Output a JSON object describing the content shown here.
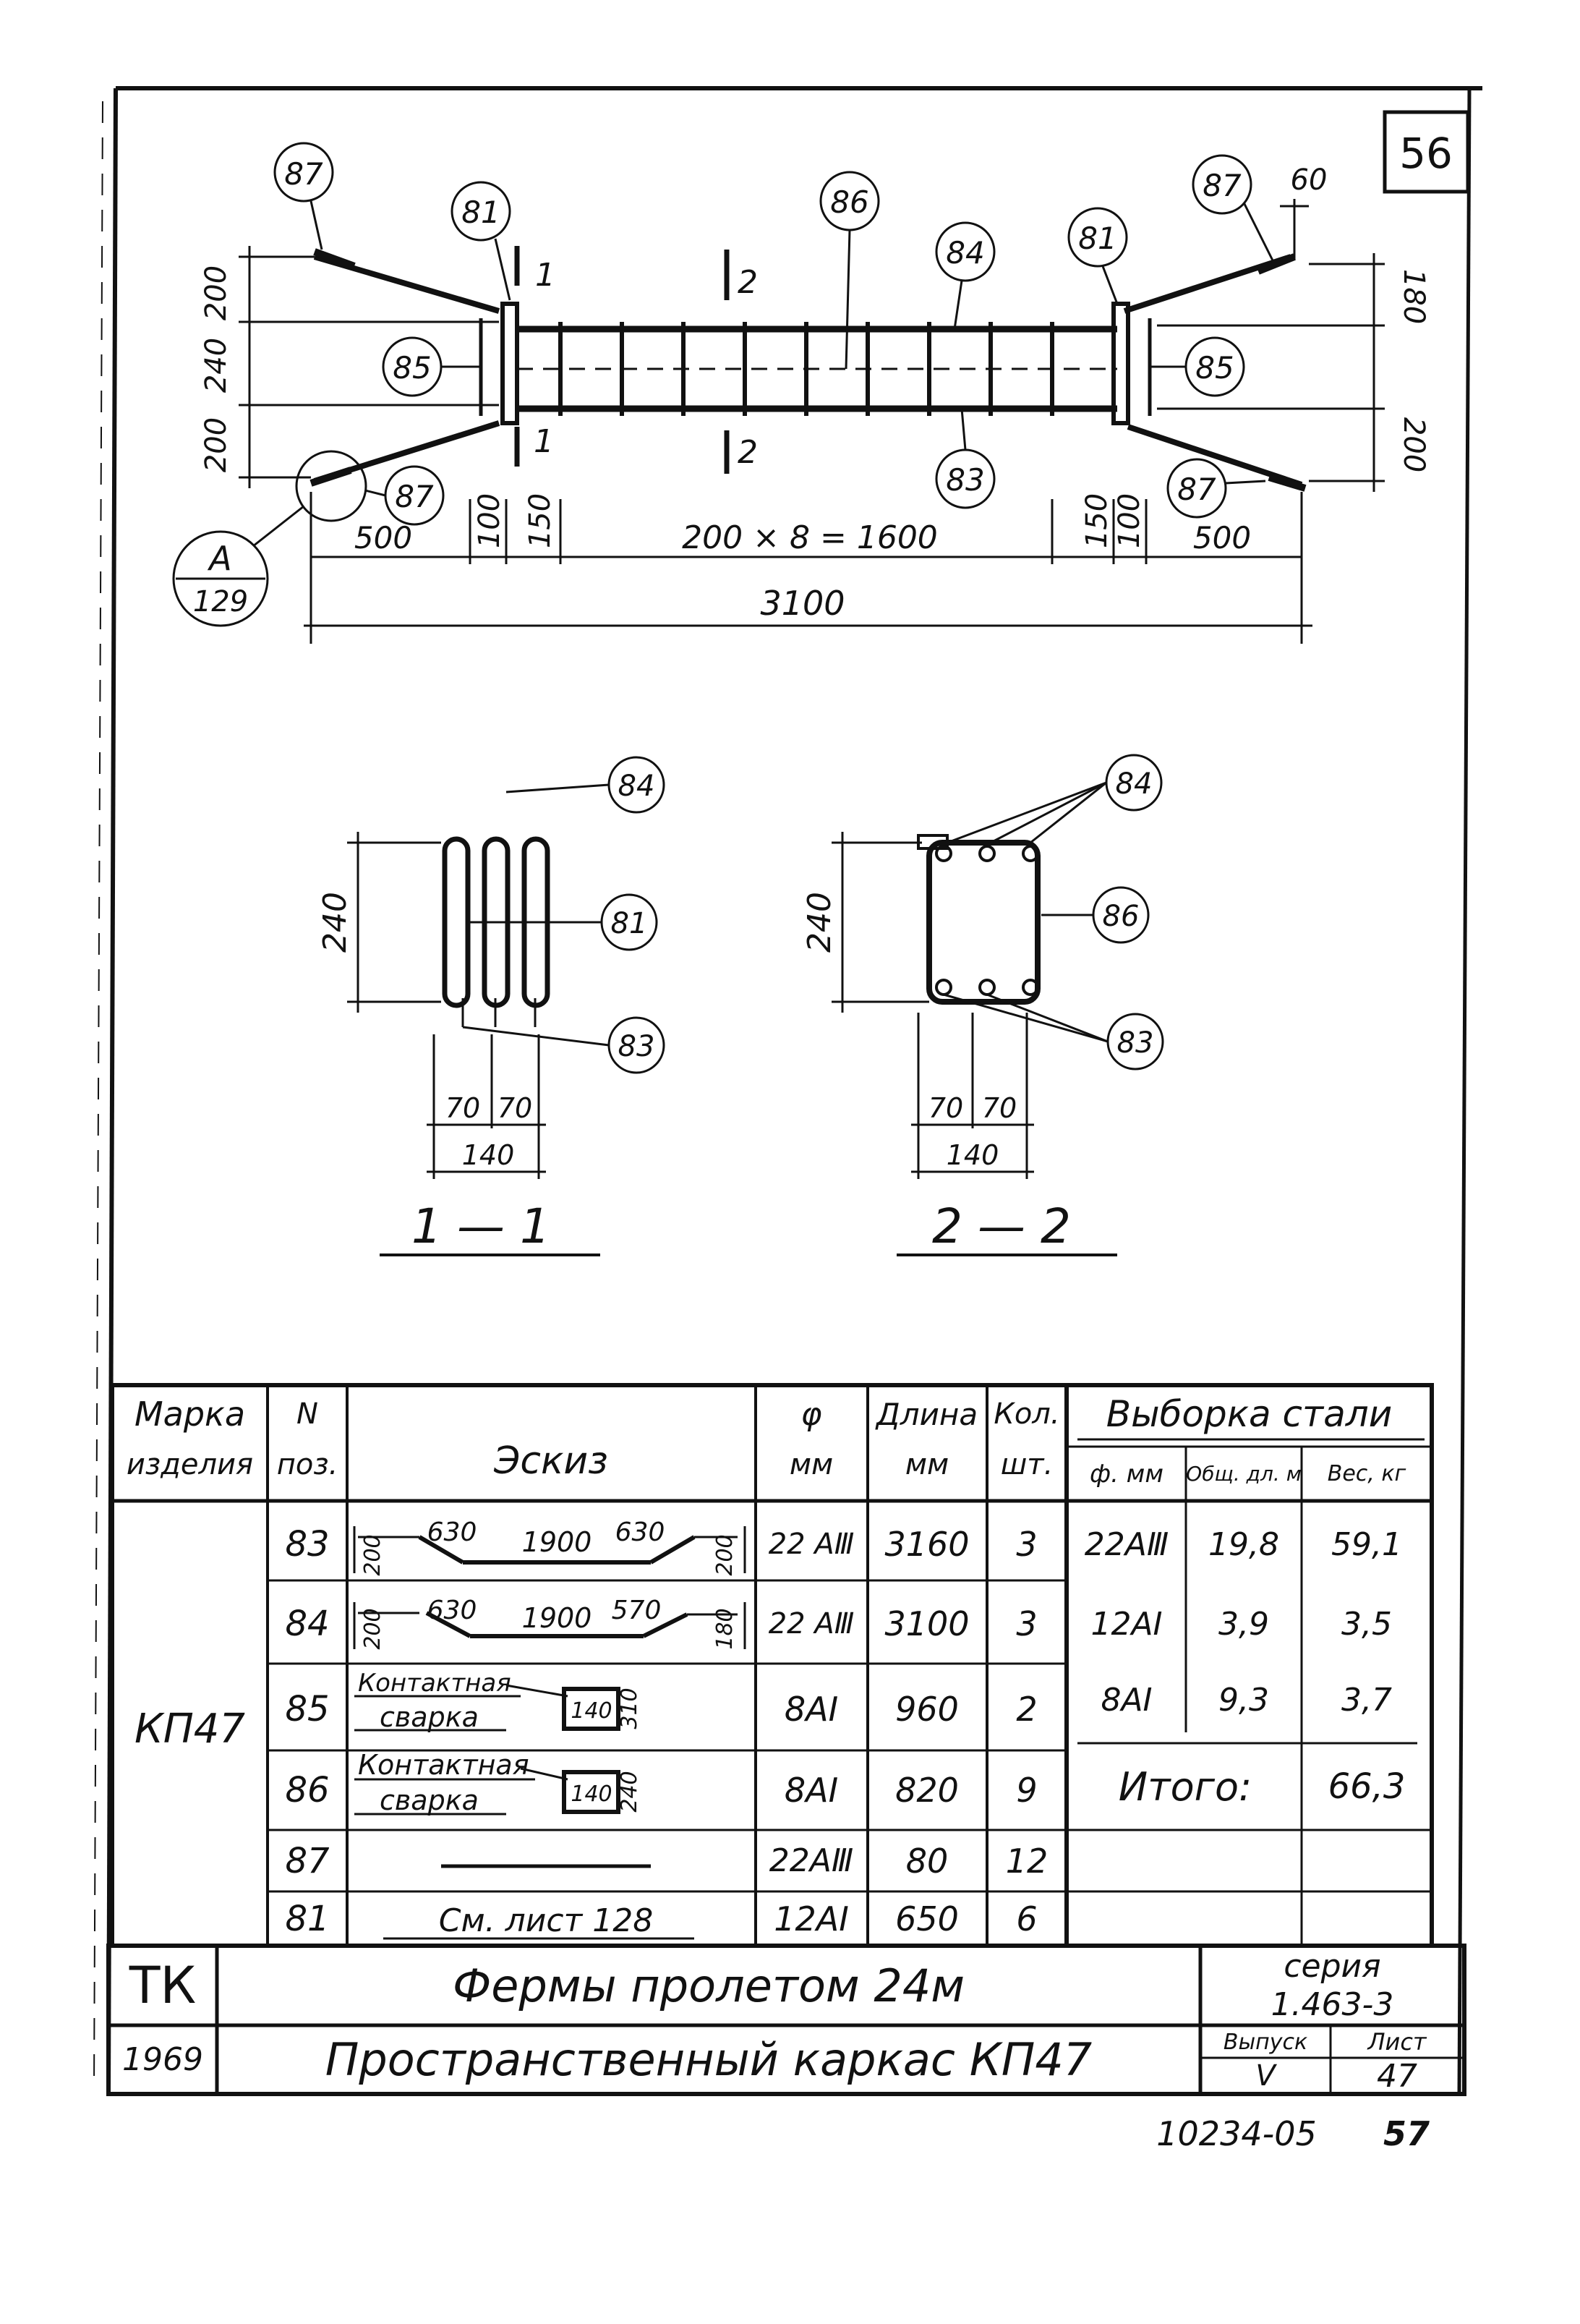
{
  "sheet_corner_number": "56",
  "drawing": {
    "callouts": {
      "c87_top_left": "87",
      "c81_left": "81",
      "c86": "86",
      "c84": "84",
      "c81_right": "81",
      "c87_top_right": "87",
      "c85_left": "85",
      "c85_right": "85",
      "c87_bottom_left": "87",
      "c83": "83",
      "c87_bottom_right": "87"
    },
    "detail_ref": {
      "letter": "А",
      "sheet": "129"
    },
    "section_marks": {
      "s1_top": "1",
      "s1_bottom": "1",
      "s2_top": "2",
      "s2_bottom": "2"
    },
    "dims": {
      "left_top": "200",
      "left_mid": "240",
      "left_bottom": "200",
      "right_top": "180",
      "right_bottom": "200",
      "right_top_small": "60",
      "bottom_500_left": "500",
      "bottom_100_left": "100",
      "bottom_150_left": "150",
      "bottom_middle": "200 × 8 = 1600",
      "bottom_150_right": "150",
      "bottom_100_right": "100",
      "bottom_500_right": "500",
      "overall": "3100"
    }
  },
  "sections": {
    "s11": {
      "title": "1 — 1",
      "callouts": {
        "top": "84",
        "mid": "81",
        "bottom": "83"
      },
      "dims": {
        "height": "240",
        "a": "70",
        "b": "70",
        "total": "140"
      }
    },
    "s22": {
      "title": "2 — 2",
      "callouts": {
        "top": "84",
        "mid": "86",
        "bottom": "83"
      },
      "dims": {
        "height": "240",
        "a": "70",
        "b": "70",
        "total": "140"
      }
    }
  },
  "table": {
    "headers": {
      "mark_1": "Марка",
      "mark_2": "изделия",
      "pos_1": "N",
      "pos_2": "поз.",
      "sketch": "Эскиз",
      "dia_1": "φ",
      "dia_2": "мм",
      "len_1": "Длина",
      "len_2": "мм",
      "qty_1": "Кол.",
      "qty_2": "шт.",
      "steel": "Выборка стали",
      "steel_dia": "ф. мм",
      "steel_len": "Общ. дл. м",
      "steel_wt": "Вес, кг"
    },
    "mark": "КП47",
    "rows": [
      {
        "pos": "83",
        "dia": "22 AⅢ",
        "len": "3160",
        "qty": "3"
      },
      {
        "pos": "84",
        "dia": "22 AⅢ",
        "len": "3100",
        "qty": "3"
      },
      {
        "pos": "85",
        "dia": "8AI",
        "len": "960",
        "qty": "2"
      },
      {
        "pos": "86",
        "dia": "8AI",
        "len": "820",
        "qty": "9"
      },
      {
        "pos": "87",
        "dia": "22AⅢ",
        "len": "80",
        "qty": "12"
      },
      {
        "pos": "81",
        "dia": "12AI",
        "len": "650",
        "qty": "6"
      }
    ],
    "sketch_83": {
      "l": "200",
      "a": "630",
      "mid": "1900",
      "b": "630",
      "r": "200"
    },
    "sketch_84": {
      "l": "200",
      "a": "630",
      "mid": "1900",
      "b": "570",
      "r": "180"
    },
    "sketch_85": {
      "line1": "Контактная",
      "line2": "сварка",
      "w": "140",
      "h": "310"
    },
    "sketch_86": {
      "line1": "Контактная",
      "line2": "сварка",
      "w": "140",
      "h": "240"
    },
    "sketch_81": "См. лист 128",
    "steel_rows": [
      {
        "dia": "22AⅢ",
        "len": "19,8",
        "wt": "59,1"
      },
      {
        "dia": "12AI",
        "len": "3,9",
        "wt": "3,5"
      },
      {
        "dia": "8AI",
        "len": "9,3",
        "wt": "3,7"
      }
    ],
    "total_label": "Итого:",
    "total_value": "66,3"
  },
  "title_block": {
    "org": "ТК",
    "year": "1969",
    "title": "Фермы пролетом 24м",
    "subtitle": "Пространственный каркас КП47",
    "series_label": "серия",
    "series_value": "1.463-3",
    "issue_label": "Выпуск",
    "issue_value": "Ⅴ",
    "sheet_label": "Лист",
    "sheet_value": "47"
  },
  "footer": {
    "archive": "10234-05",
    "page": "57"
  }
}
